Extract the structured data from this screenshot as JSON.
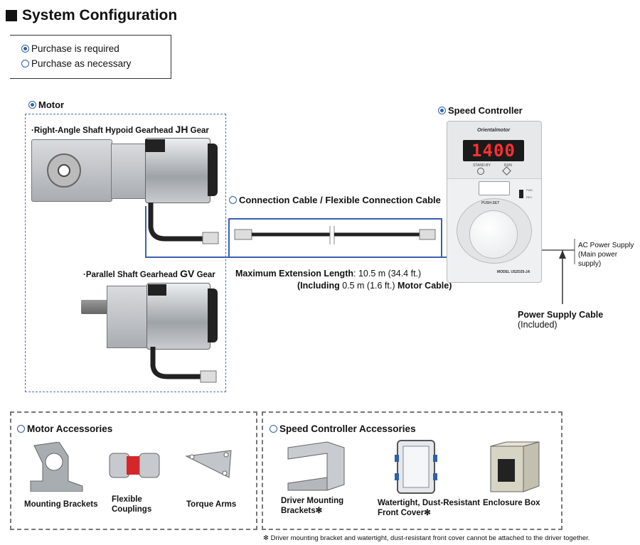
{
  "header": {
    "title": "System Configuration"
  },
  "legend": {
    "required": "Purchase is required",
    "as_necessary": "Purchase as necessary"
  },
  "motor": {
    "label": "Motor",
    "jh_prefix": "·Right-Angle Shaft Hypoid Gearhead ",
    "jh_code": "JH",
    "jh_suffix": " Gear",
    "gv_prefix": "·Parallel Shaft Gearhead ",
    "gv_code": "GV",
    "gv_suffix": " Gear"
  },
  "cable": {
    "label": "Connection Cable / Flexible Connection Cable",
    "max_ext_label": "Maximum Extension Length",
    "max_ext_value": ": 10.5 m (34.4 ft.)",
    "including_open": "(Including ",
    "including_value": "0.5 m (1.6 ft.) ",
    "including_close": "Motor Cable)"
  },
  "speed_controller": {
    "label": "Speed Controller",
    "brand": "Orientalmotor",
    "display": "1400",
    "standby": "STAND-BY",
    "run": "RUN",
    "fwd": "FWD",
    "rev": "REV",
    "push_set": "PUSH-SET",
    "model": "MODEL US2D25-JA"
  },
  "power": {
    "ac_line1": "AC Power Supply",
    "ac_line2": "(Main power supply)",
    "cable_label": "Power Supply Cable",
    "cable_note": " (Included)"
  },
  "motor_accessories": {
    "title": "Motor Accessories",
    "items": [
      {
        "label": "Mounting Brackets"
      },
      {
        "label": "Flexible\nCouplings"
      },
      {
        "label": "Torque Arms"
      }
    ]
  },
  "controller_accessories": {
    "title": "Speed Controller Accessories",
    "items": [
      {
        "label": "Driver Mounting\nBrackets✻"
      },
      {
        "label": "Watertight, Dust-Resistant\nFront Cover✻"
      },
      {
        "label": "Enclosure Box"
      }
    ]
  },
  "footnote": "✻ Driver mounting bracket and watertight, dust-resistant front cover cannot be attached to the driver together.",
  "colors": {
    "accent_blue": "#2f5fa8",
    "line_blue": "#3a5fb0",
    "dash_gray": "#777777"
  }
}
